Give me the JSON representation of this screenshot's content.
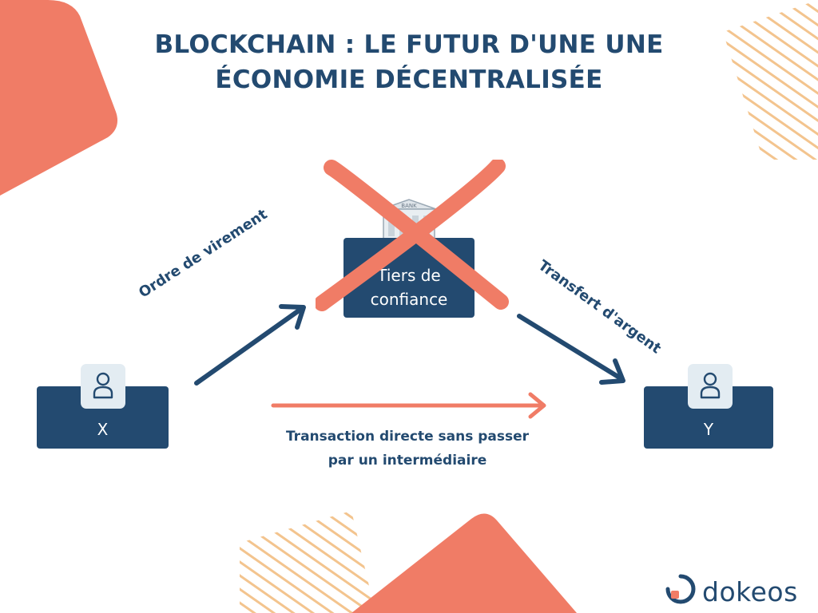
{
  "title": {
    "line1": "BLOCKCHAIN : LE FUTUR D'UNE UNE",
    "line2": "ÉCONOMIE DÉCENTRALISÉE"
  },
  "nodes": {
    "x": {
      "label": "X",
      "icon": "user-icon"
    },
    "y": {
      "label": "Y",
      "icon": "user-icon"
    },
    "bank": {
      "label": "Tiers de confiance",
      "icon": "bank-icon",
      "icon_text": "BANK",
      "crossed_out": true
    }
  },
  "edges": {
    "order": {
      "label": "Ordre de virement"
    },
    "transfer": {
      "label": "Transfert d'argent"
    },
    "direct": {
      "line1": "Transaction directe sans passer",
      "line2": "par un intermédiaire"
    }
  },
  "brand": {
    "name": "dokeos",
    "icon": "dokeos-logo-icon"
  },
  "colors": {
    "navy": "#234a70",
    "coral": "#f07c66",
    "light_blue": "#e3ecf2",
    "stripe": "#f3c48e"
  }
}
